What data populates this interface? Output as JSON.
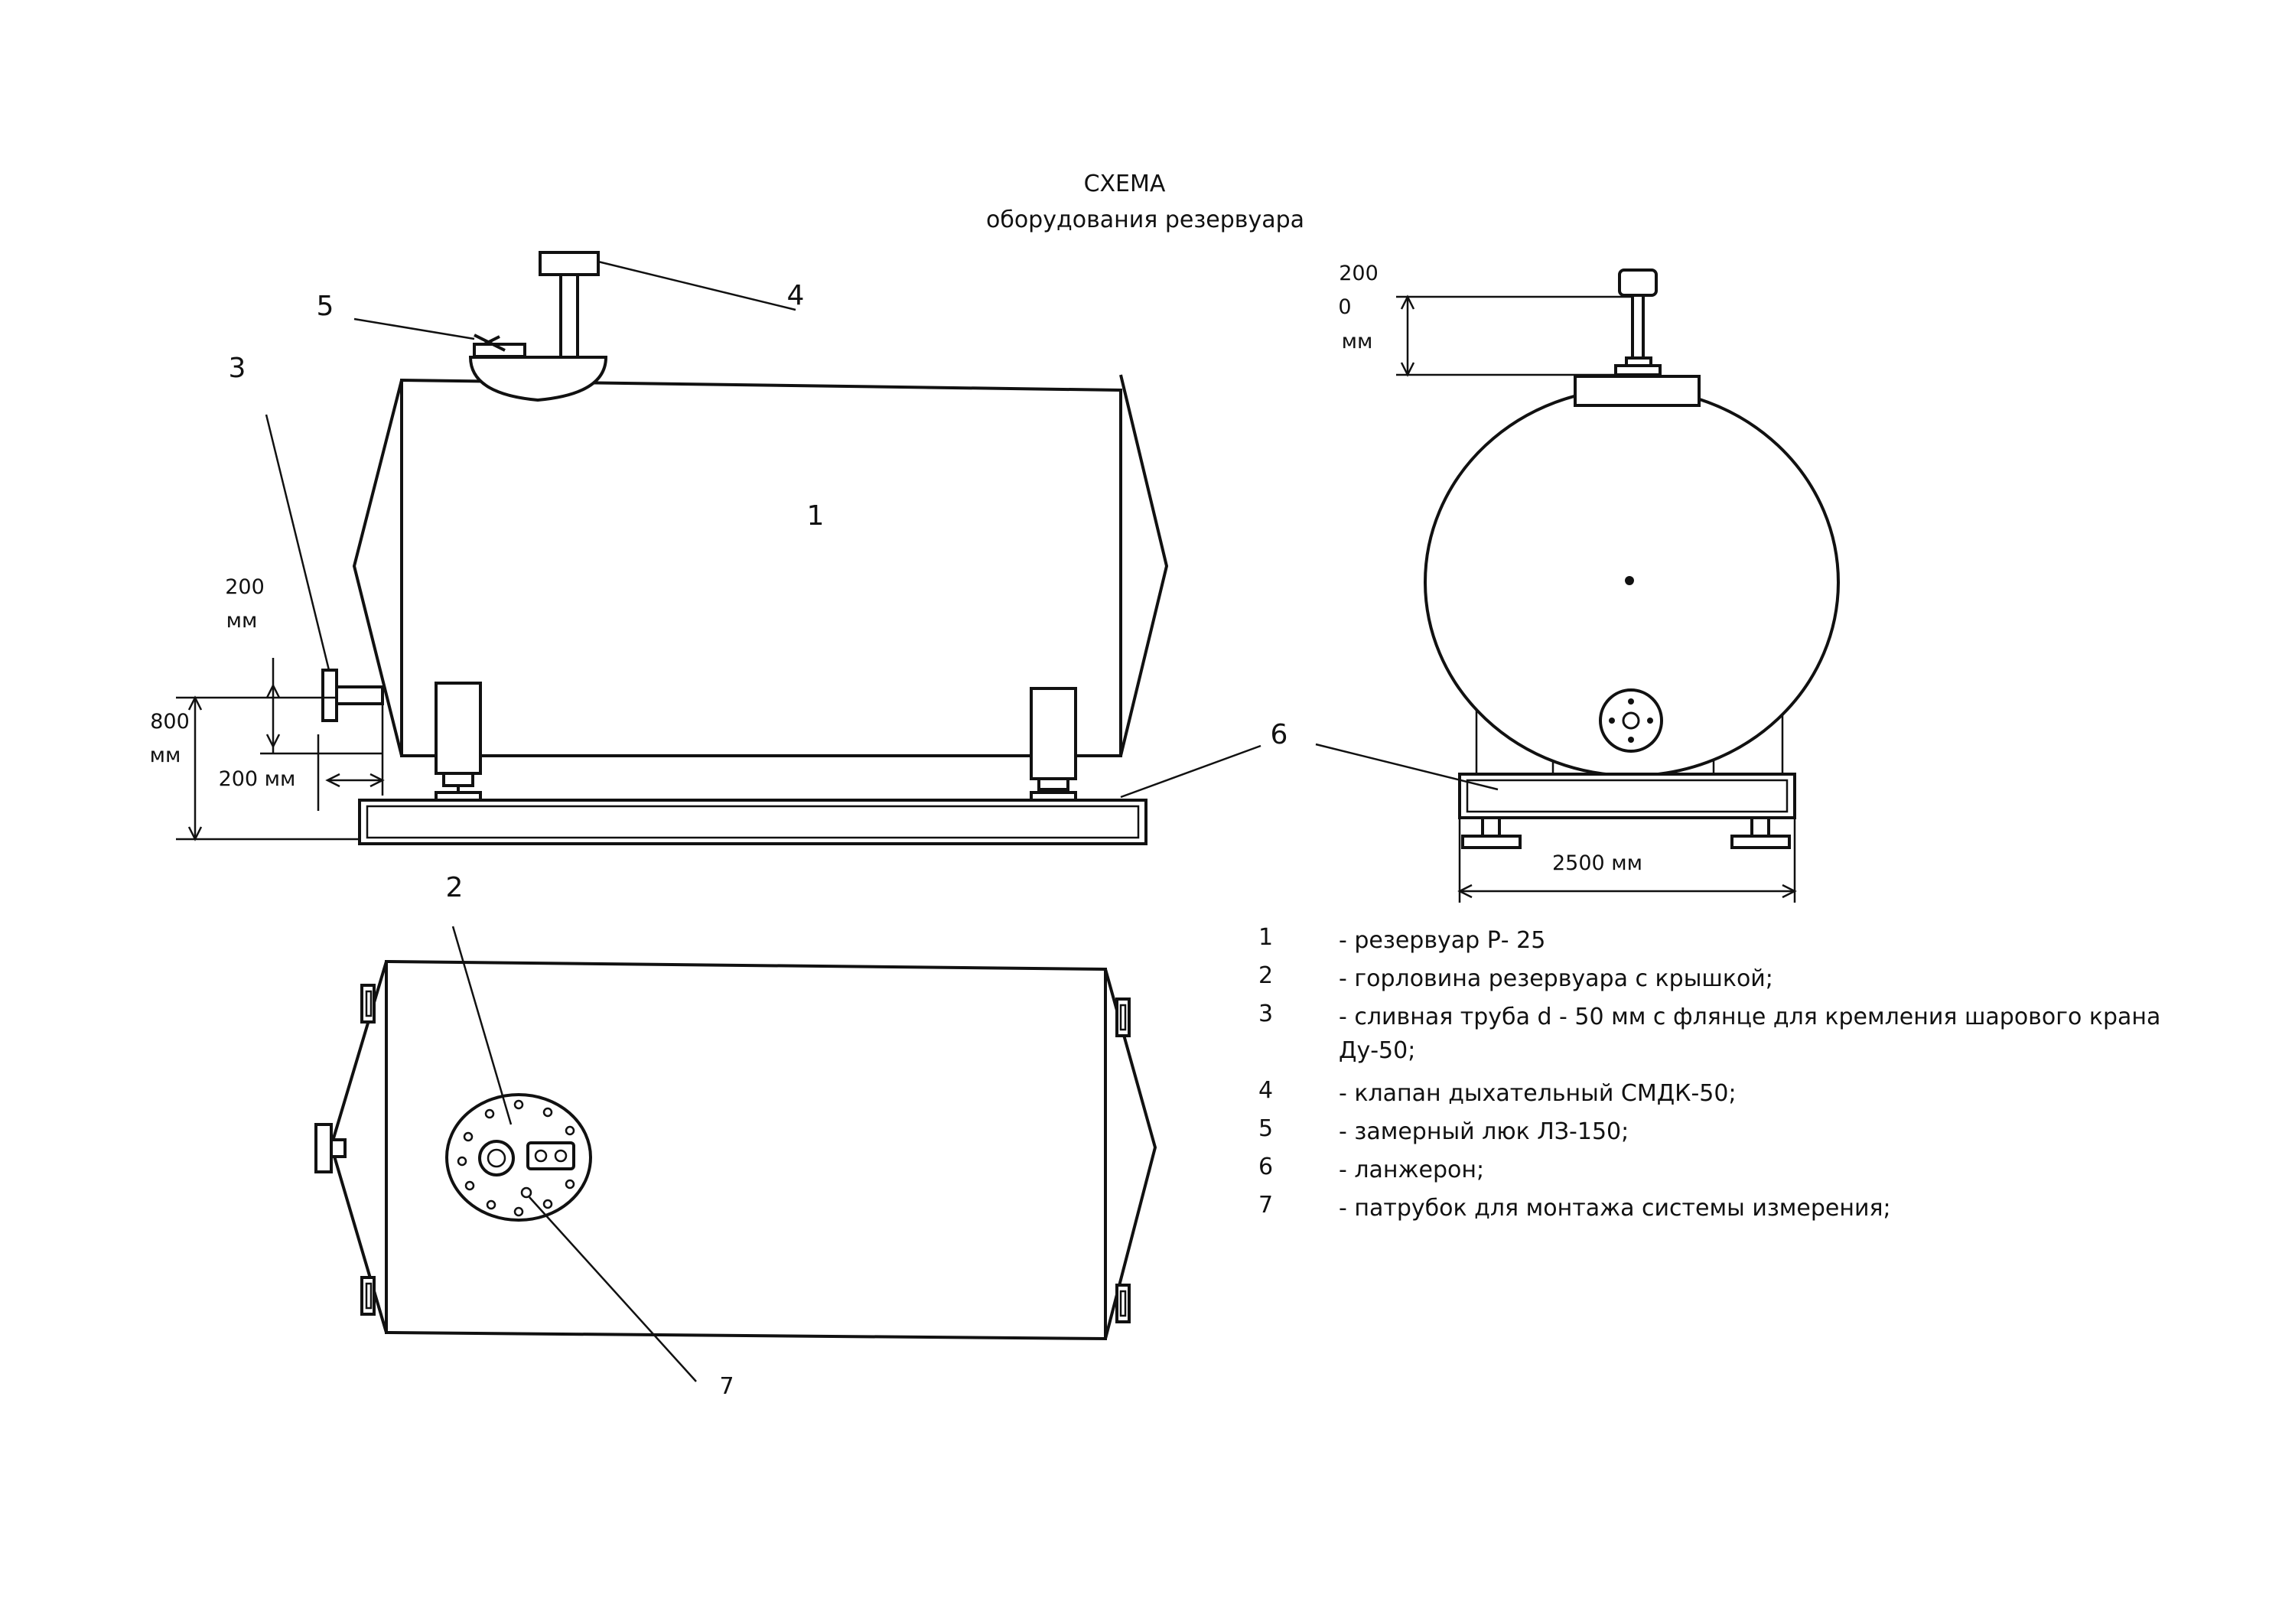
{
  "title": "СХЕМА",
  "subtitle": "оборудования резервуара",
  "callouts": {
    "c1": "1",
    "c2": "2",
    "c3": "3",
    "c4": "4",
    "c5": "5",
    "c6": "6",
    "c7": "7"
  },
  "dimensions": {
    "side_pipe_height_value": "200",
    "side_pipe_height_unit": "мм",
    "side_total_height_value": "800",
    "side_total_height_unit": "мм",
    "side_pipe_offset": "200 мм",
    "valve_height_line1": "200",
    "valve_height_line2": "0",
    "valve_height_unit": "мм",
    "frame_width": "2500 мм"
  },
  "legend": [
    {
      "num": "1",
      "text": "- резервуар Р- 25"
    },
    {
      "num": "2",
      "text": "- горловина резервуара с крышкой;"
    },
    {
      "num": "3",
      "text": "- сливная труба d - 50 мм с флянце для кремления шарового крана Ду-50;"
    },
    {
      "num": "4",
      "text": "- клапан дыхательный СМДК-50;"
    },
    {
      "num": "5",
      "text": "- замерный люк ЛЗ-150;"
    },
    {
      "num": "6",
      "text": "- ланжерон;"
    },
    {
      "num": "7",
      "text": "- патрубок для монтажа системы измерения;"
    }
  ]
}
